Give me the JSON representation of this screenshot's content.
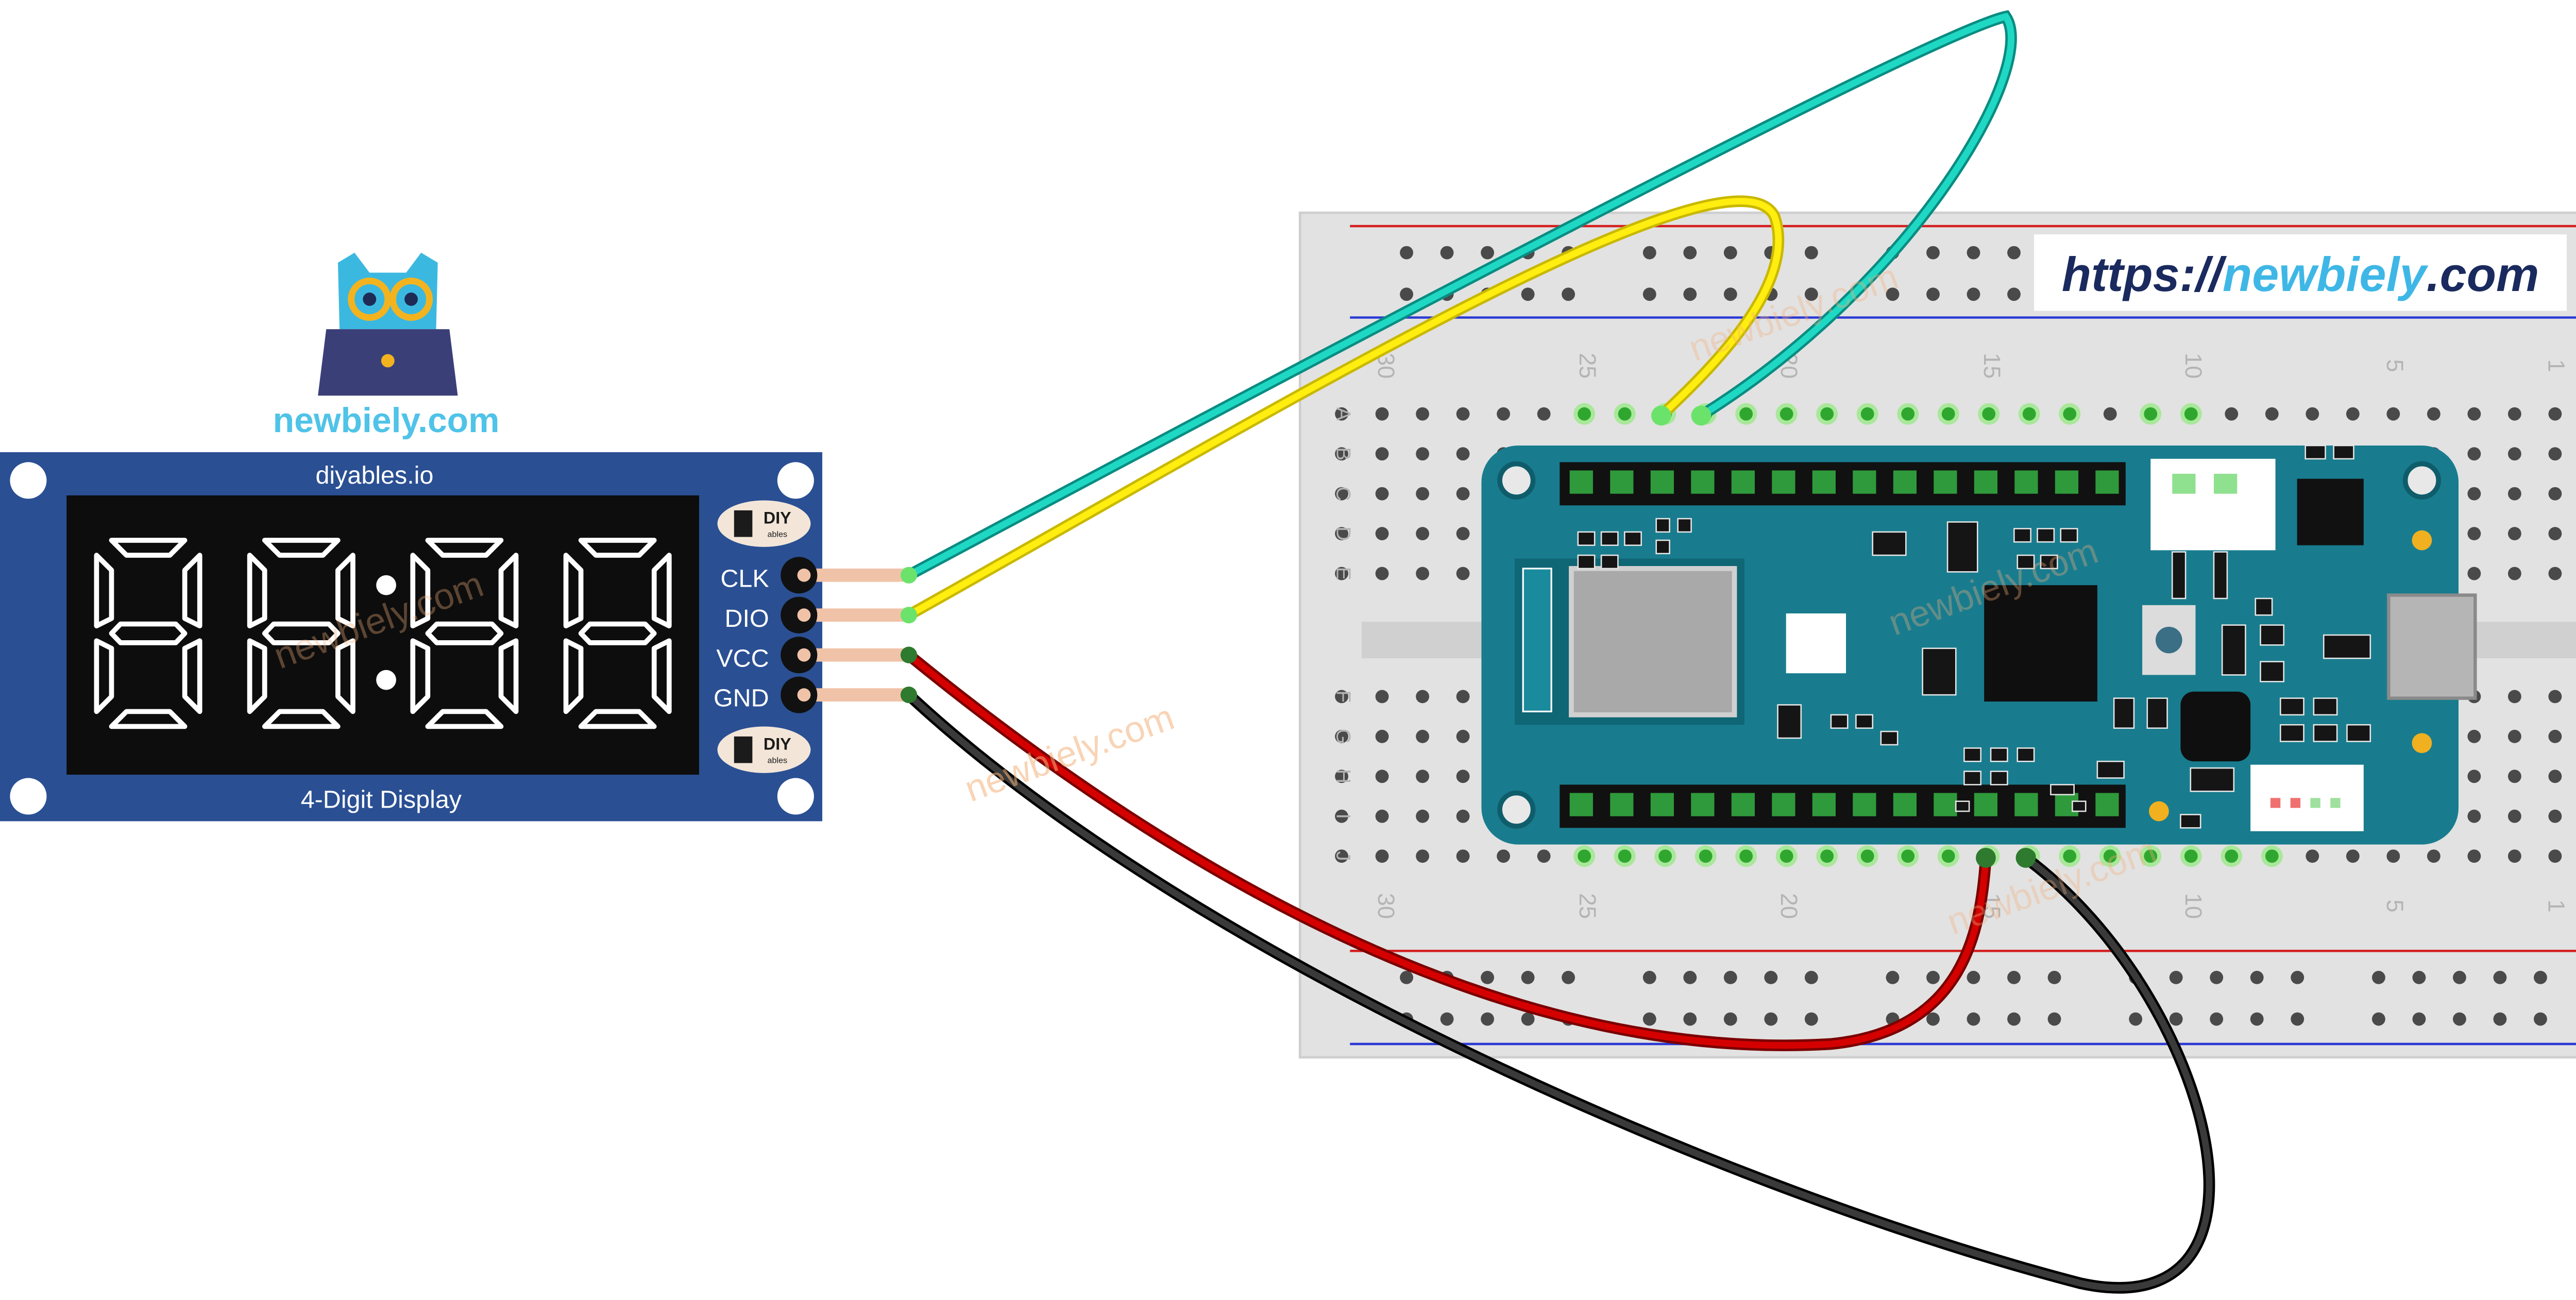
{
  "logo": {
    "text": "newbiely.com",
    "color": "#4fc3e8",
    "icon": "owl-laptop-icon"
  },
  "display_module": {
    "brand_text": "diyables.io",
    "caption": "4-Digit Display",
    "badge_top_text": "DIY",
    "badge_top_subtext": "ables",
    "badge_bottom_text": "DIY",
    "badge_bottom_subtext": "ables",
    "pins": [
      "CLK",
      "DIO",
      "VCC",
      "GND"
    ],
    "digits": "88:88",
    "board_color": "#2a4f93",
    "screen_color": "#0d0d0d"
  },
  "breadboard": {
    "url_prefix": "https://",
    "url_brand": "newbiely",
    "url_suffix": ".com",
    "url_prefix_color": "#1a2a5e",
    "url_brand_color": "#3fb7e6",
    "column_numbers": [
      "30",
      "25",
      "20",
      "15",
      "10",
      "5",
      "1"
    ],
    "row_letters_top": [
      "A",
      "B",
      "C",
      "D",
      "E"
    ],
    "row_letters_bottom": [
      "F",
      "G",
      "H",
      "I",
      "J"
    ]
  },
  "wires": [
    {
      "from": "CLK",
      "color": "#1fd8c4"
    },
    {
      "from": "DIO",
      "color": "#ffee10"
    },
    {
      "from": "VCC",
      "color": "#d40000"
    },
    {
      "from": "GND",
      "color": "#1c1c1c"
    }
  ],
  "watermark": "newbiely.com",
  "colors": {
    "arduino_board": "#187c8e",
    "header": "#111111",
    "header_pin": "#2f9a3b",
    "pin_highlight": "#53d63c",
    "breadboard": "#e0e0e0",
    "rail_red": "#d41f1f",
    "rail_blue": "#2c3ad3"
  }
}
